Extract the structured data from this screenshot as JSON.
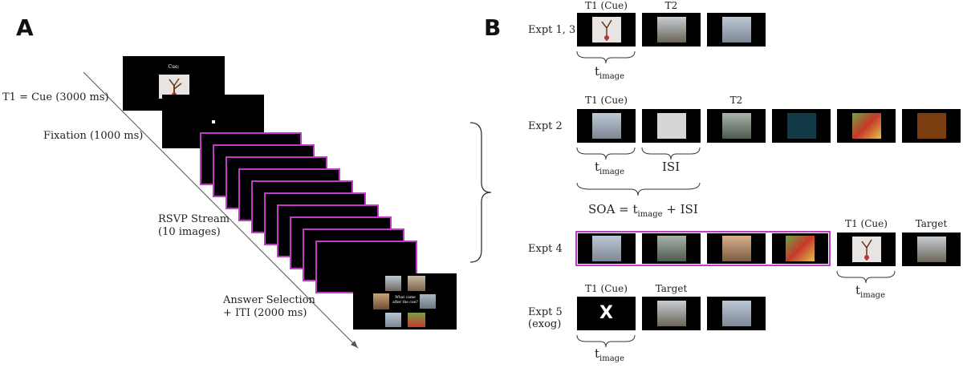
{
  "panels": {
    "a": "A",
    "b": "B"
  },
  "panel_a": {
    "cue_screen_text": "Cue:",
    "t1_label": "T1 = Cue (3000 ms)",
    "fixation_label": "Fixation (1000 ms)",
    "rsvp_label_line1": "RSVP Stream",
    "rsvp_label_line2": "(10 images)",
    "answer_label_line1": "Answer Selection",
    "answer_label_line2": "+ ITI (2000 ms)",
    "answer_prompt_line1": "What came",
    "answer_prompt_line2": "after the cue?"
  },
  "panel_b": {
    "expt13": {
      "label": "Expt 1, 3",
      "t1": "T1 (Cue)",
      "t2": "T2",
      "timing": "t",
      "timing_sub": "image"
    },
    "expt2": {
      "label": "Expt 2",
      "t1": "T1 (Cue)",
      "t2": "T2",
      "timing": "t",
      "timing_sub": "image",
      "isi": "ISI",
      "soa_a": "SOA = t",
      "soa_sub": "image",
      "soa_b": " + ISI"
    },
    "expt4": {
      "label": "Expt 4",
      "t1": "T1 (Cue)",
      "target": "Target",
      "timing": "t",
      "timing_sub": "image"
    },
    "expt5": {
      "label_line1": "Expt 5",
      "label_line2": "(exog)",
      "t1": "T1 (Cue)",
      "target": "Target",
      "cue_symbol": "X",
      "timing": "t",
      "timing_sub": "image"
    }
  },
  "colors": {
    "rsvp_border": "#c03cc8",
    "frame": "#000000",
    "mask_gray": "#d6d6d6",
    "mask_teal": "#133a48",
    "mask_brown": "#7a3d10"
  }
}
